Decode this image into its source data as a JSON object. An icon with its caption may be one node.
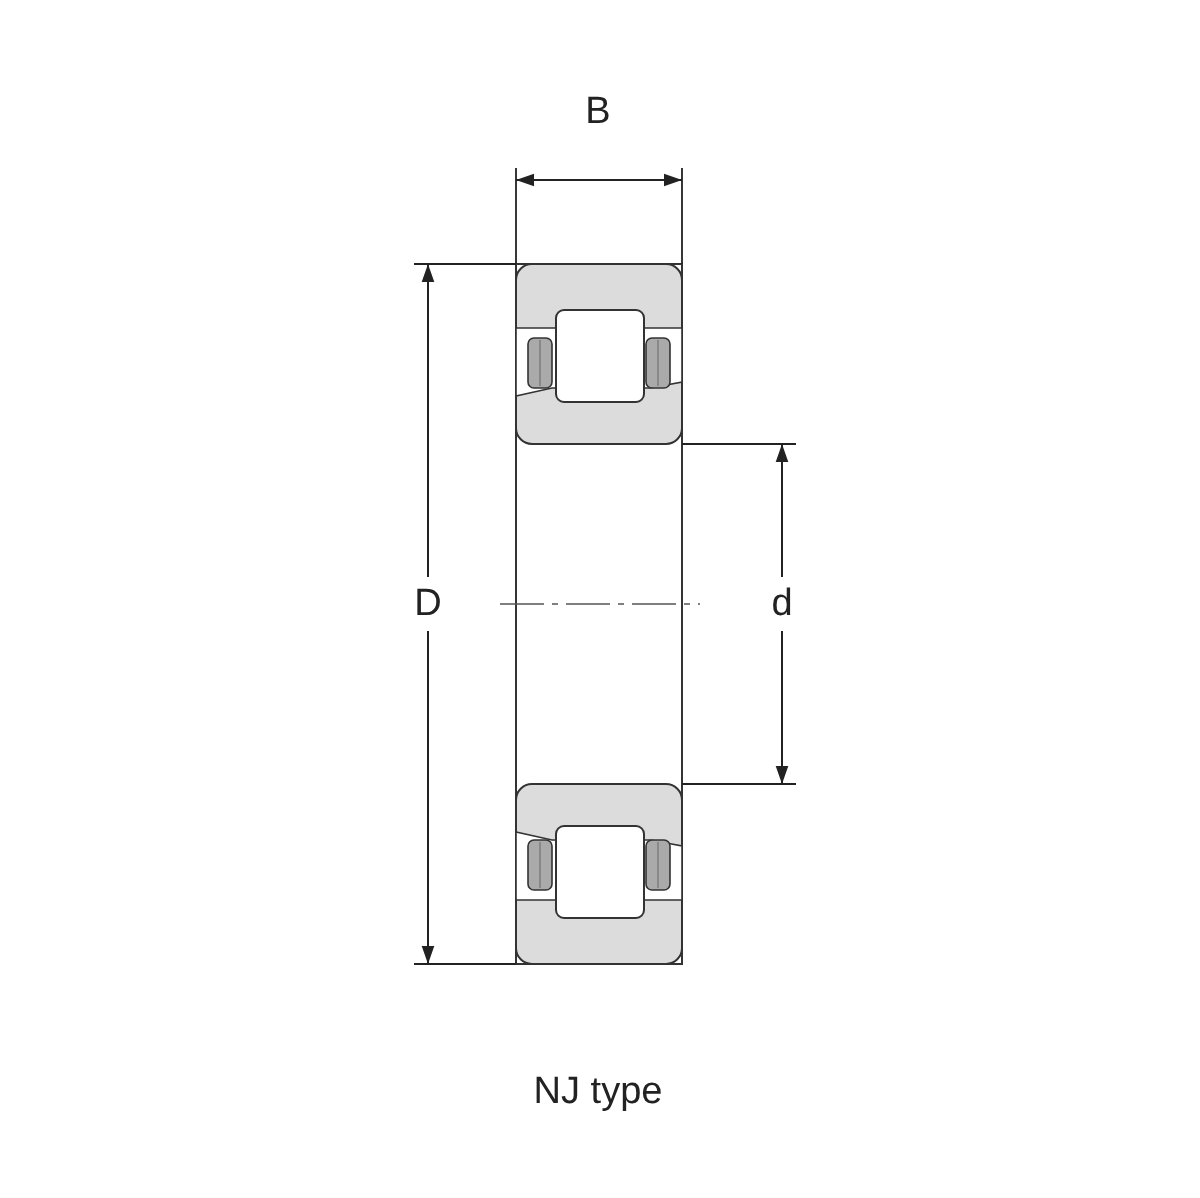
{
  "diagram": {
    "caption": "NJ type",
    "labels": [
      "B",
      "D",
      "d"
    ]
  }
}
